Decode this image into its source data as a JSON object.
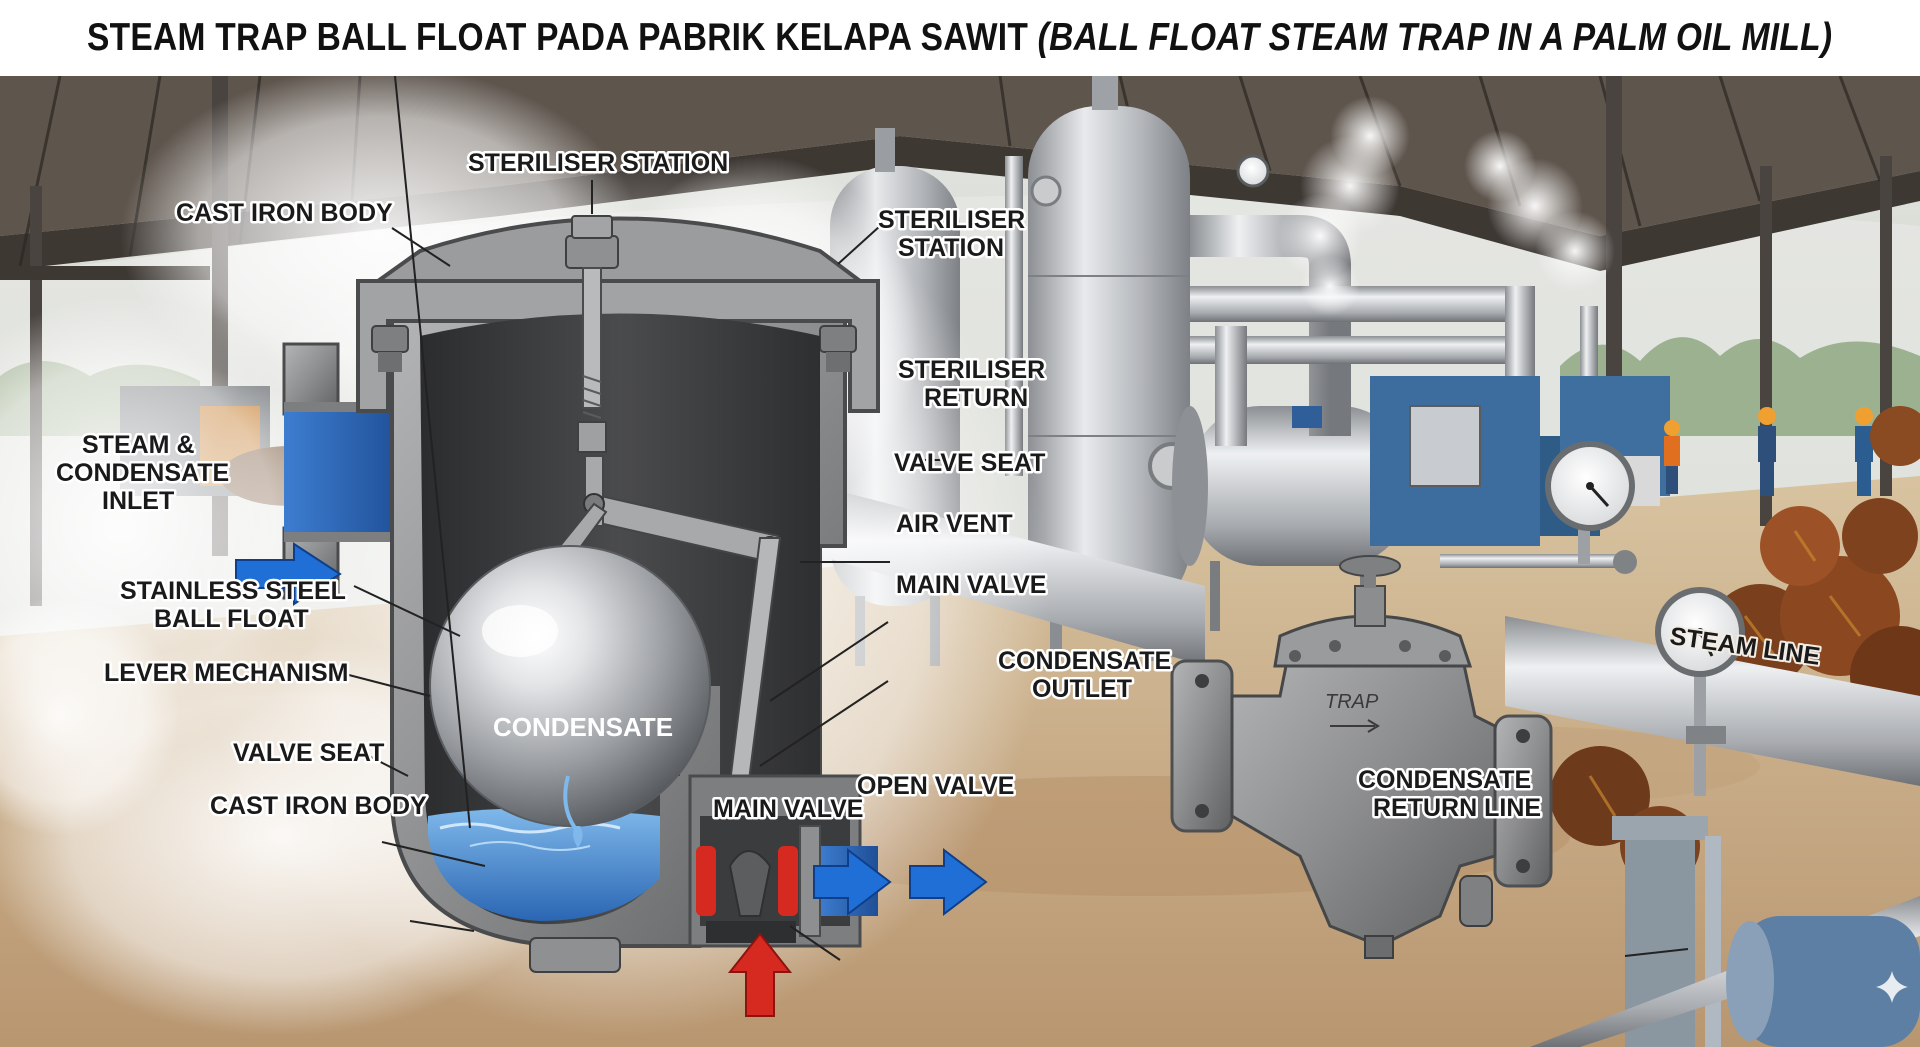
{
  "title": {
    "id_text": "STEAM TRAP BALL FLOAT PADA PABRIK KELAPA SAWIT",
    "en_text": "(BALL FLOAT STEAM TRAP IN A PALM OIL MILL)"
  },
  "labels": {
    "steriliser_station_top": "STERILISER STATION",
    "cast_iron_body_top": "CAST IRON BODY",
    "steriliser_station_right_1": "STERILISER",
    "steriliser_station_right_2": "STATION",
    "steriliser_return_1": "STERILISER",
    "steriliser_return_2": "RETURN",
    "inlet_1": "STEAM &",
    "inlet_2": "CONDENSATE",
    "inlet_3": "INLET",
    "valve_seat_right": "VALVE SEAT",
    "air_vent": "AIR VENT",
    "main_valve_right": "MAIN VALVE",
    "ball_float_1": "STAINLESS STEEL",
    "ball_float_2": "BALL FLOAT",
    "condensate_outlet_1": "CONDENSATE",
    "condensate_outlet_2": "OUTLET",
    "lever_mechanism": "LEVER MECHANISM",
    "condensate": "CONDENSATE",
    "valve_seat_left": "VALVE SEAT",
    "open_valve": "OPEN VALVE",
    "cast_iron_body_bottom": "CAST IRON BODY",
    "main_valve_bottom": "MAIN VALVE",
    "steam_line": "STEAM LINE",
    "condensate_return_1": "CONDENSATE",
    "condensate_return_2": "RETURN LINE",
    "trap_stamp": "TRAP"
  },
  "colors": {
    "steam_blue": "#2f6fc0",
    "arrow_blue": "#1f6fd6",
    "valve_red": "#d62a20",
    "cast_iron": "#8f9091",
    "ground": "#c9ad84",
    "roof": "#5e554d"
  }
}
